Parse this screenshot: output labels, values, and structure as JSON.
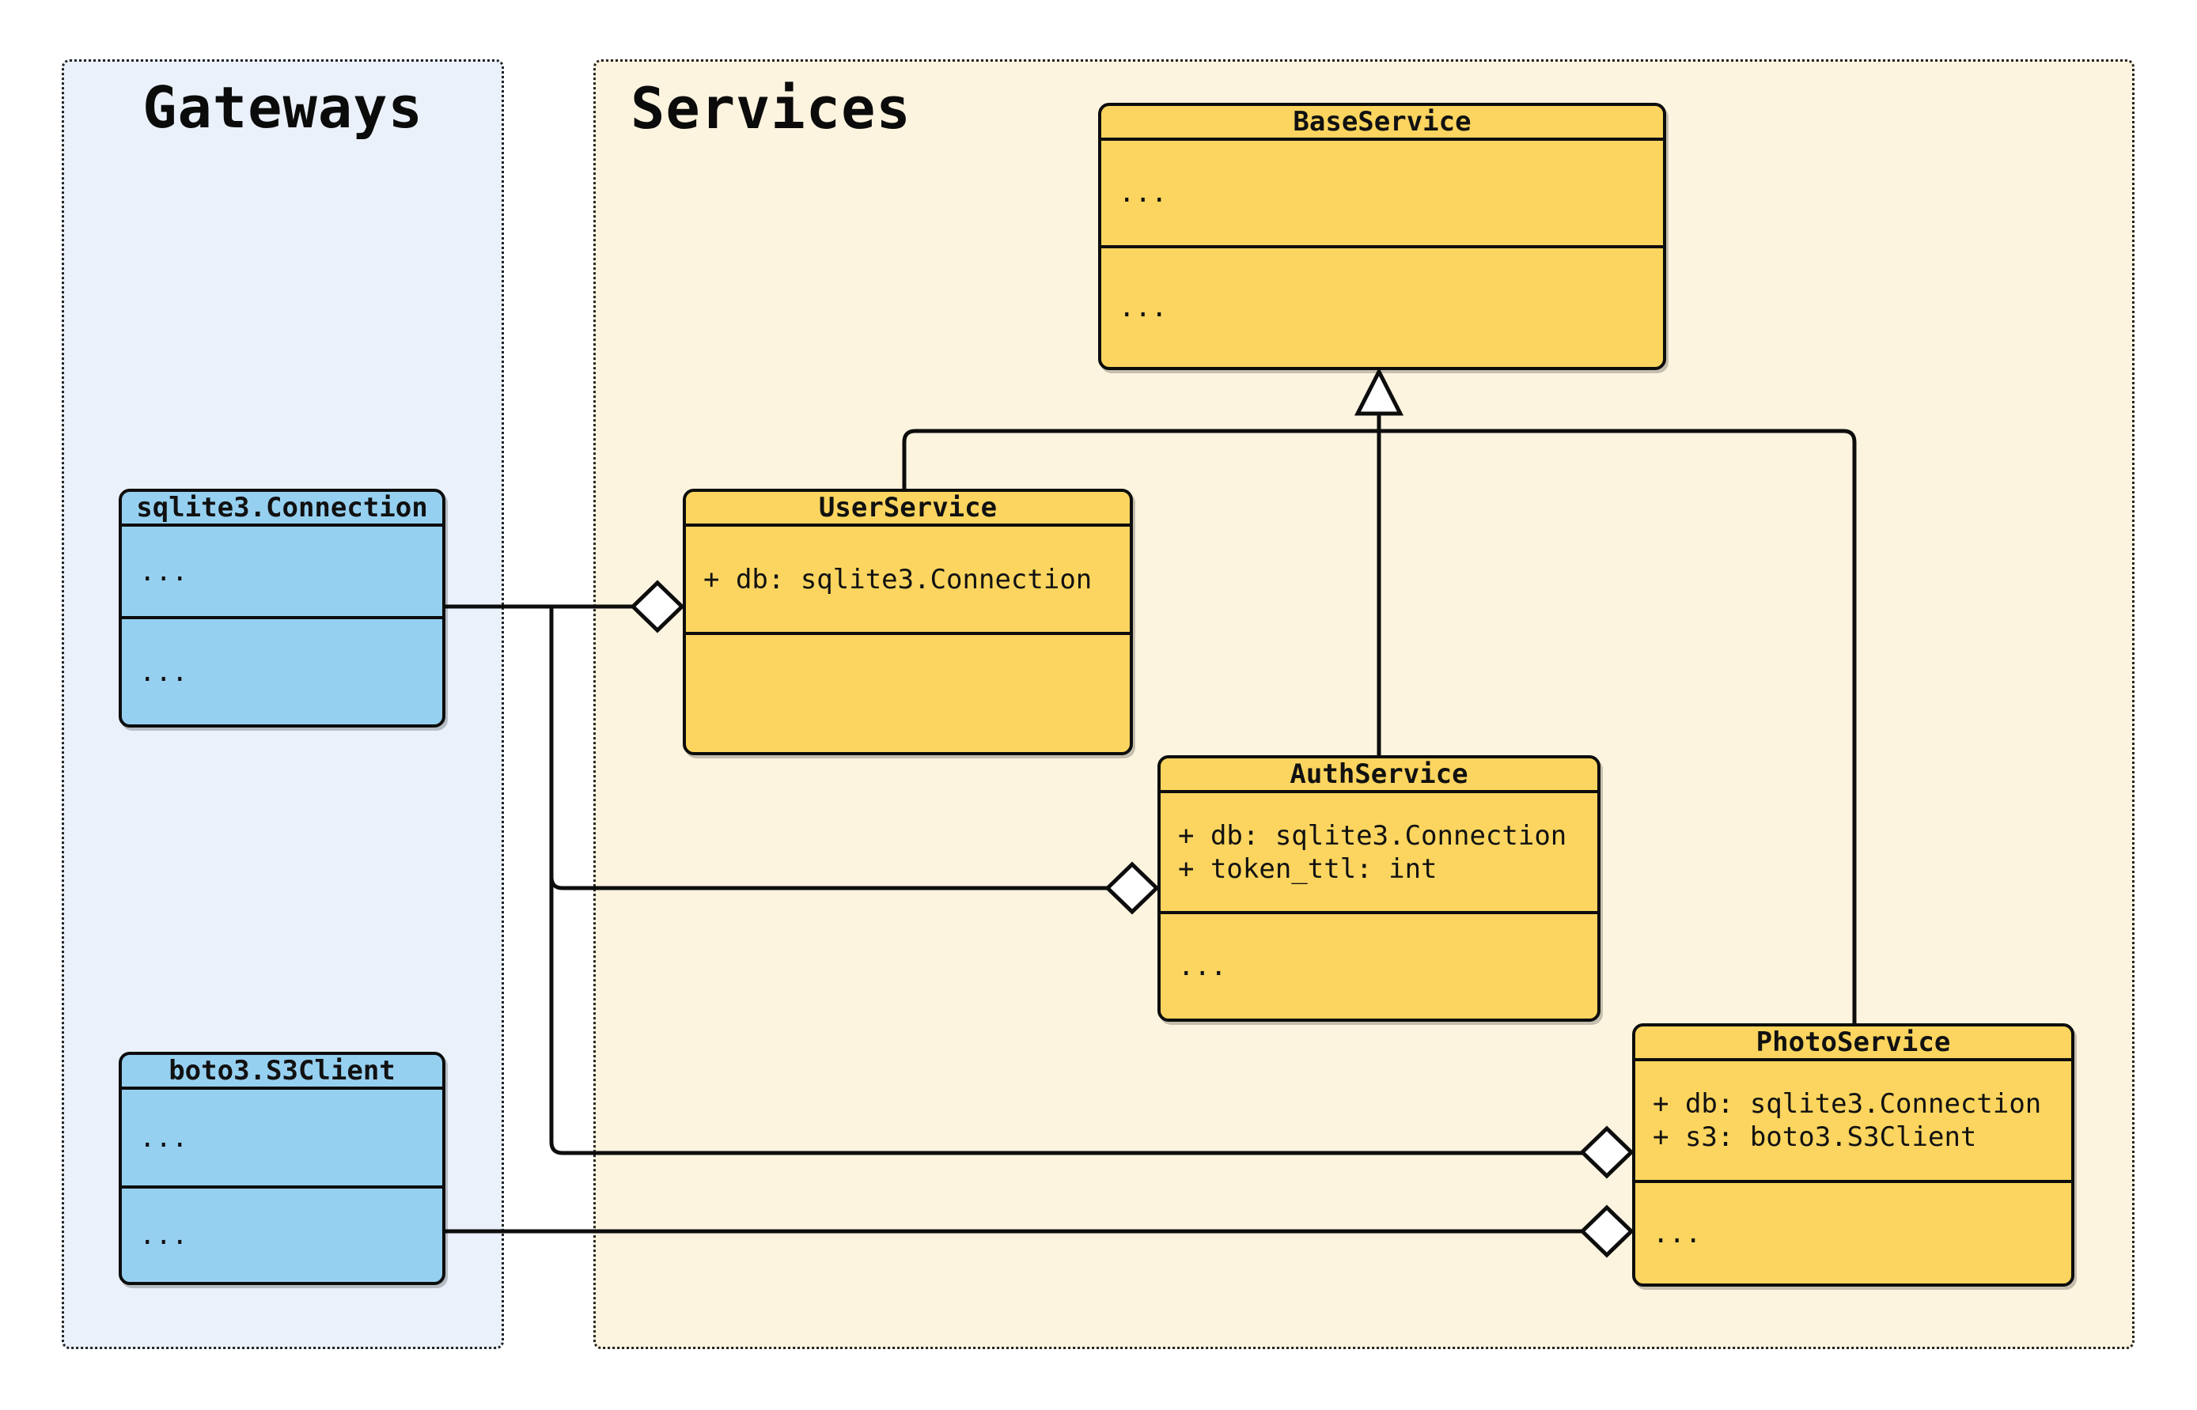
{
  "groups": {
    "gateways": {
      "label": "Gateways"
    },
    "services": {
      "label": "Services"
    }
  },
  "classes": [
    {
      "id": "sqlite3-connection",
      "name": "sqlite3.Connection",
      "group": "gateways",
      "sections": [
        [
          "..."
        ],
        [
          "..."
        ]
      ]
    },
    {
      "id": "boto3-s3client",
      "name": "boto3.S3Client",
      "group": "gateways",
      "sections": [
        [
          "..."
        ],
        [
          "..."
        ]
      ]
    },
    {
      "id": "base-service",
      "name": "BaseService",
      "group": "services",
      "sections": [
        [
          "..."
        ],
        [
          "..."
        ]
      ]
    },
    {
      "id": "user-service",
      "name": "UserService",
      "group": "services",
      "sections": [
        [
          "+ db: sqlite3.Connection"
        ],
        []
      ]
    },
    {
      "id": "auth-service",
      "name": "AuthService",
      "group": "services",
      "sections": [
        [
          "+ db: sqlite3.Connection",
          "+ token_ttl: int"
        ],
        [
          "..."
        ]
      ]
    },
    {
      "id": "photo-service",
      "name": "PhotoService",
      "group": "services",
      "sections": [
        [
          "+ db: sqlite3.Connection",
          "+ s3: boto3.S3Client"
        ],
        [
          "..."
        ]
      ]
    }
  ],
  "relations": [
    {
      "type": "inheritance",
      "from": "UserService",
      "to": "BaseService"
    },
    {
      "type": "inheritance",
      "from": "AuthService",
      "to": "BaseService"
    },
    {
      "type": "inheritance",
      "from": "PhotoService",
      "to": "BaseService"
    },
    {
      "type": "aggregation",
      "from": "UserService",
      "to": "sqlite3.Connection"
    },
    {
      "type": "aggregation",
      "from": "AuthService",
      "to": "sqlite3.Connection"
    },
    {
      "type": "aggregation",
      "from": "PhotoService",
      "to": "sqlite3.Connection"
    },
    {
      "type": "aggregation",
      "from": "PhotoService",
      "to": "boto3.S3Client"
    }
  ],
  "colors": {
    "stroke": "#0d0d0d",
    "panel_blue": "#eaf1fa",
    "panel_yellow": "#fdf4df",
    "box_blue": "#96d0f0",
    "box_yellow": "#fbd55f",
    "background": "#ffffff"
  }
}
